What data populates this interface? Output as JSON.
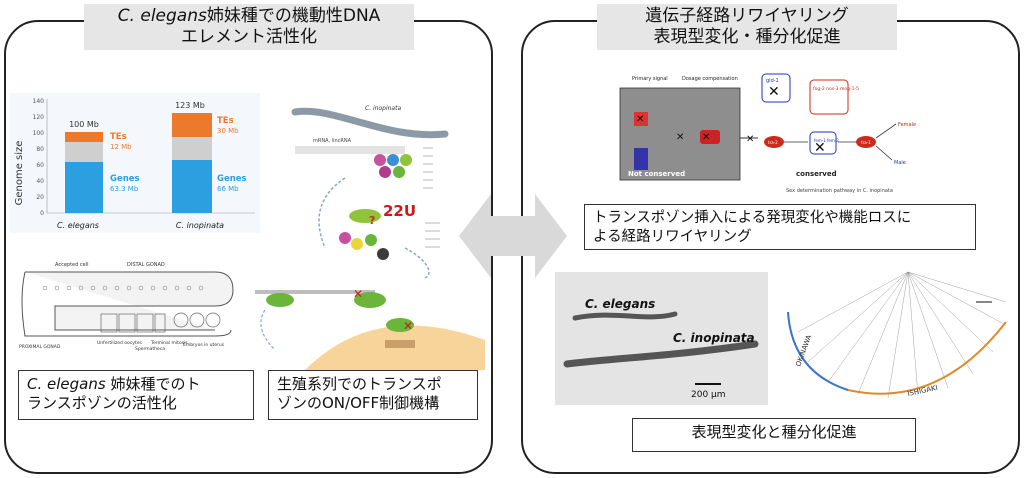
{
  "left_panel": {
    "title_italic": "C. elegans",
    "title_rest_line1": "姉妹種での機動性DNA",
    "title_line2": "エレメント活性化",
    "caption_1_italic": "C. elegans",
    "caption_1_rest_line1": " 姉妹種でのト",
    "caption_1_line2": "ランスポゾンの活性化",
    "caption_2_line1": "生殖系列でのトランスポ",
    "caption_2_line2": "ゾンのON/OFF制御機構"
  },
  "right_panel": {
    "title_line1": "遺伝子経路リワイヤリング",
    "title_line2": "表現型変化・種分化促進",
    "caption_1_line1": "トランスポゾン挿入による発現変化や機能ロスに",
    "caption_1_line2": "よる経路リワイヤリング",
    "caption_2": "表現型変化と種分化促進"
  },
  "genome_chart": {
    "y_label": "Genome size",
    "y_ticks": [
      "0",
      "20",
      "40",
      "60",
      "80",
      "100",
      "120",
      "140"
    ],
    "bars": [
      {
        "species": "C. elegans",
        "total_label": "100 Mb",
        "genes_label": "Genes",
        "genes_value_label": "63.3 Mb",
        "tes_label": "TEs",
        "tes_value_label": "12 Mb"
      },
      {
        "species": "C. inopinata",
        "total_label": "123 Mb",
        "genes_label": "Genes",
        "genes_value_label": "66 Mb",
        "tes_label": "TEs",
        "tes_value_label": "30 Mb"
      }
    ]
  },
  "transposon_fig": {
    "species_label": "C. inopinata",
    "badge_22u": "22U",
    "note_mrna": "mRNA, lincRNA"
  },
  "gonad_fig": {
    "label_top": "Accepted cell",
    "label_distal": "DISTAL GONAD",
    "label_proximal": "PROXIMAL GONAD",
    "label_unfertilized": "Unfertilized oocytes",
    "label_spermatheca": "Spermatheca",
    "label_terminal": "Terminal mitosis",
    "label_embryos": "Embryos in uterus"
  },
  "pathway_fig": {
    "header_primary": "Primary signal",
    "header_dosage": "Dosage compensation",
    "not_conserved": "Not conserved",
    "conserved": "conserved",
    "female": "Female",
    "male": "Male",
    "footer_caption": "Sex determination pathway in C. inopinata",
    "gene_tra2": "tra-2",
    "gene_tra1": "tra-1",
    "gene_her1": "her-1",
    "gene_fem": "fem-1 fem-2",
    "gene_gld1": "gld-1",
    "gene_fog": "fog-2 nos-3 mog-1-5"
  },
  "worms_fig": {
    "label_elegans": "C. elegans",
    "label_inopinata": "C. inopinata",
    "scale_bar": "200 μm"
  },
  "map_fig": {
    "label_okinawa": "OKINAWA",
    "label_ishigaki": "ISHIGAKI"
  },
  "colors": {
    "genes_blue": "#2b9fe0",
    "tes_orange": "#ec7a2c",
    "gray_fill": "#d0d0d0",
    "pathway_red": "#cc2a1a",
    "pathway_blue": "#2233bb",
    "okinawa_line": "#3b74c8",
    "ishigaki_line": "#e08a2a"
  }
}
